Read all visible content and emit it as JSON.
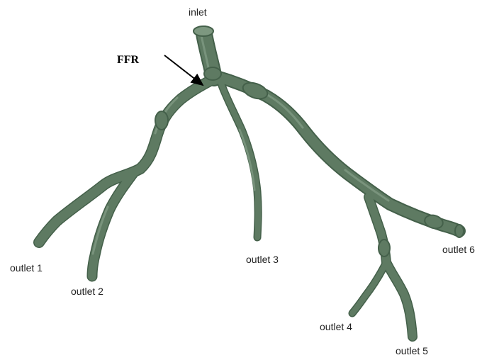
{
  "labels": {
    "inlet": "inlet",
    "ffr": "FFR",
    "outlet1": "outlet 1",
    "outlet2": "outlet 2",
    "outlet3": "outlet 3",
    "outlet4": "outlet 4",
    "outlet5": "outlet 5",
    "outlet6": "outlet 6"
  },
  "colors": {
    "vessel_fill": "#5e7a62",
    "vessel_shade": "#4a6450",
    "vessel_highlight": "#7d9880",
    "arrow": "#000000"
  }
}
